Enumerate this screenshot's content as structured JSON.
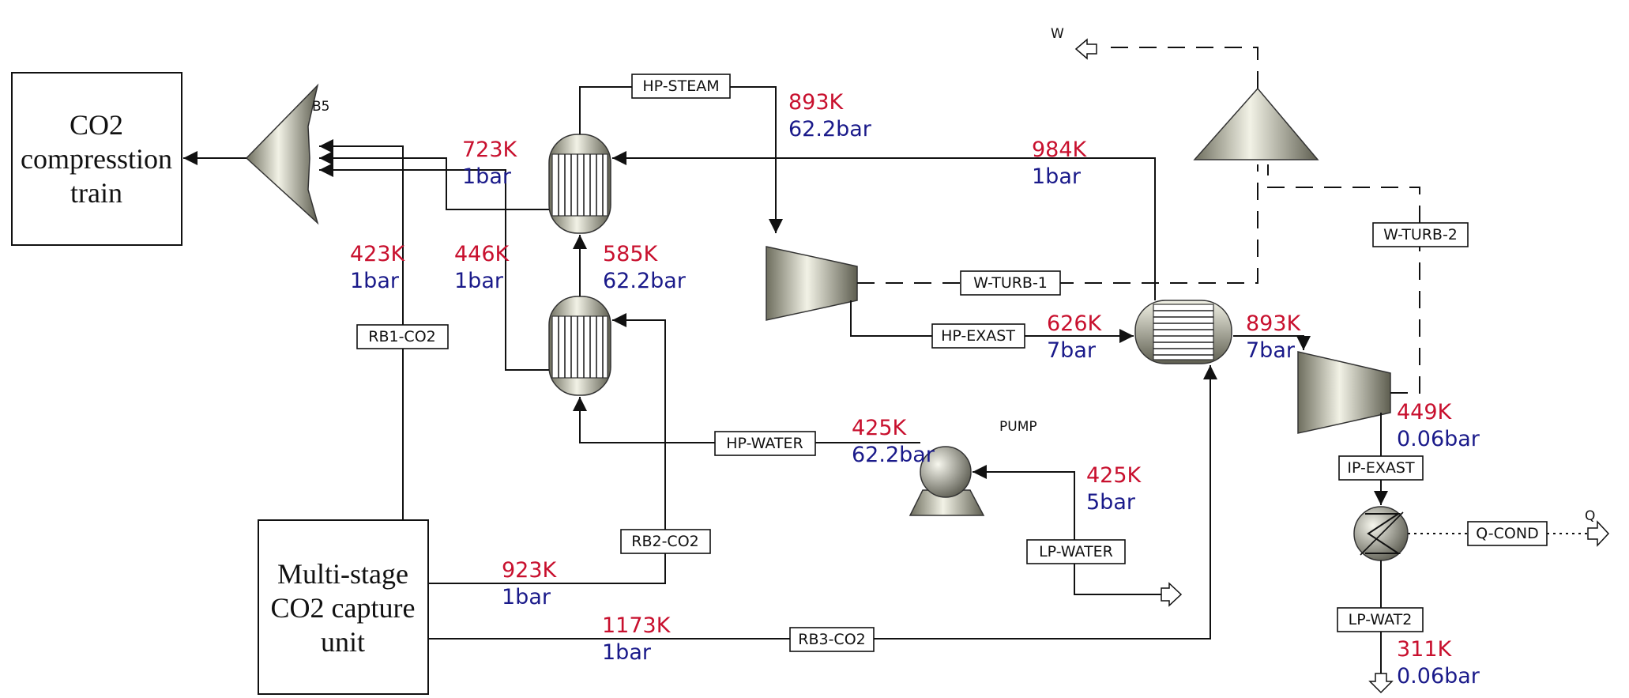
{
  "colors": {
    "temperature": "#c8102e",
    "pressure": "#1a1a8a"
  },
  "blocks": {
    "compression": [
      "CO2",
      "compresstion",
      "train"
    ],
    "capture": [
      "Multi-stage",
      "CO2 capture",
      "unit"
    ]
  },
  "unit_labels": {
    "mixer": "B5",
    "pump": "PUMP",
    "work_out": "W",
    "heat_out": "Q"
  },
  "stream_tags": {
    "hp_steam": "HP-STEAM",
    "rb1_co2": "RB1-CO2",
    "rb2_co2": "RB2-CO2",
    "rb3_co2": "RB3-CO2",
    "hp_water": "HP-WATER",
    "lp_water": "LP-WATER",
    "w_turb_1": "W-TURB-1",
    "w_turb_2": "W-TURB-2",
    "hp_exast": "HP-EXAST",
    "ip_exast": "IP-EXAST",
    "q_cond": "Q-COND",
    "lp_wat2": "LP-WAT2"
  },
  "conditions": {
    "hx1_out_co2": {
      "t": "723K",
      "p": "1bar"
    },
    "mix_in_rb1": {
      "t": "423K",
      "p": "1bar"
    },
    "hx2_out_co2": {
      "t": "446K",
      "p": "1bar"
    },
    "steam_mid": {
      "t": "585K",
      "p": "62.2bar"
    },
    "hp_steam": {
      "t": "893K",
      "p": "62.2bar"
    },
    "rb3_out": {
      "t": "984K",
      "p": "1bar"
    },
    "hp_exast": {
      "t": "626K",
      "p": "7bar"
    },
    "reheat": {
      "t": "893K",
      "p": "7bar"
    },
    "ip_exast": {
      "t": "449K",
      "p": "0.06bar"
    },
    "hp_water": {
      "t": "425K",
      "p": "62.2bar"
    },
    "lp_water": {
      "t": "425K",
      "p": "5bar"
    },
    "rb2_co2": {
      "t": "923K",
      "p": "1bar"
    },
    "rb3_co2": {
      "t": "1173K",
      "p": "1bar"
    },
    "lp_wat2": {
      "t": "311K",
      "p": "0.06bar"
    }
  }
}
